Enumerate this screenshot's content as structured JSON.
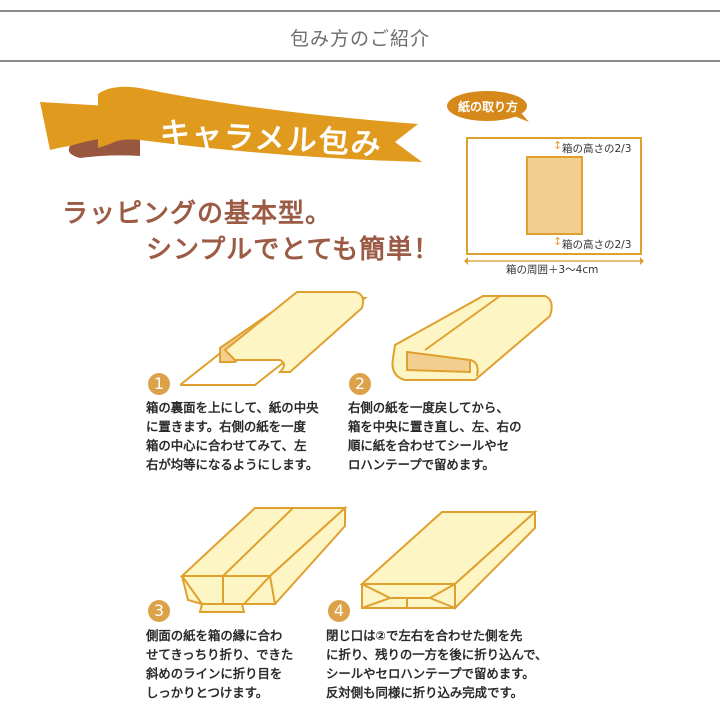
{
  "header": {
    "title": "包み方のご紹介"
  },
  "banner": {
    "title": "キャラメル包み"
  },
  "tagline": {
    "line1": "ラッピングの基本型。",
    "line2": "シンプルでとても簡単！"
  },
  "paper_guide": {
    "bubble_label": "紙の取り方",
    "top_margin_label": "箱の高さの2/3",
    "bottom_margin_label": "箱の高さの2/3",
    "width_label": "箱の周囲＋3〜4cm"
  },
  "steps": [
    {
      "number": "1",
      "text": "箱の裏面を上にして、紙の中央\nに置きます。右側の紙を一度\n箱の中心に合わせてみて、左\n右が均等になるようにします。"
    },
    {
      "number": "2",
      "text": "右側の紙を一度戻してから、\n箱を中央に置き直し、左、右の\n順に紙を合わせてシールやセ\nロハンテープで留めます。"
    },
    {
      "number": "3",
      "text": "側面の紙を箱の縁に合わ\nせてきっちり折り、できた\n斜めのラインに折り目を\nしっかりとつけます。"
    },
    {
      "number": "4",
      "text": "閉じ口は②で左右を合わせた側を先\nに折り、残りの一方を後に折り込んで、\nシールやセロハンテープで留めます。\n反対側も同様に折り込み完成です。"
    }
  ],
  "colors": {
    "ribbon": "#e09a1e",
    "ribbon_fold": "#98583f",
    "tagline": "#9b5b45",
    "outline": "#e0a030",
    "paper_fill": "#fdf6c4",
    "box_fill": "#f2cf8e",
    "badge": "#dca24a",
    "header_rule": "#8c8c8c"
  }
}
